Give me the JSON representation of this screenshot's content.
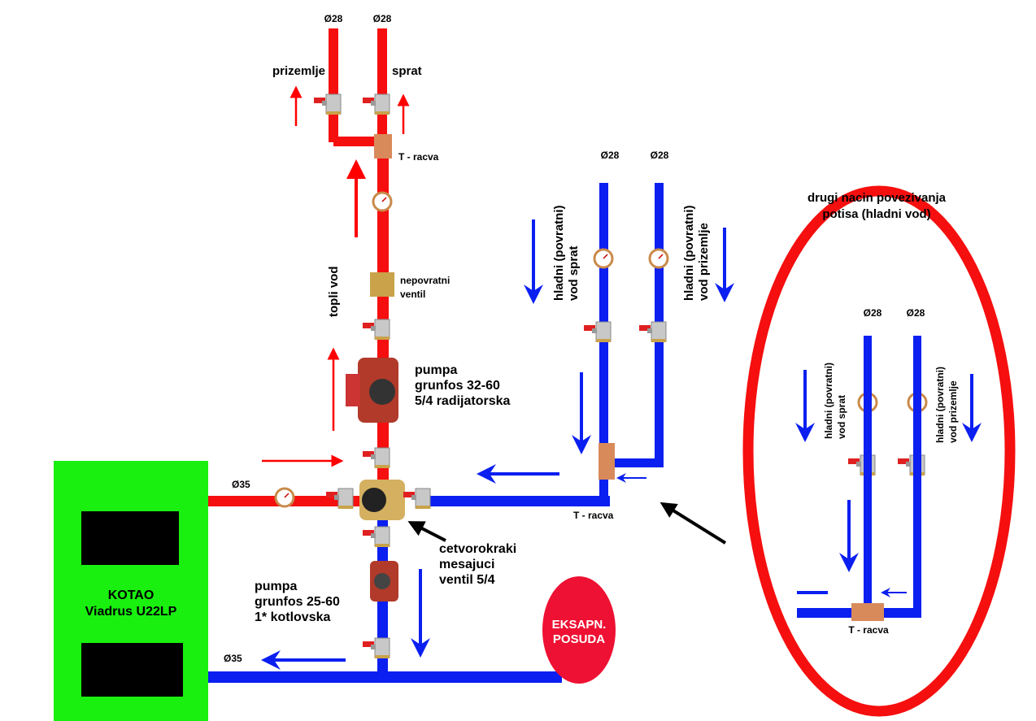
{
  "boiler": {
    "title": "KOTAO",
    "model": "Viadrus U22LP",
    "color": "#19f00f"
  },
  "expansion_vessel": {
    "line1": "EKSAPN.",
    "line2": "POSUDA"
  },
  "pipe_sizes": {
    "d28": "Ø28",
    "d35": "Ø35"
  },
  "labels": {
    "prizemlje": "prizemlje",
    "sprat": "sprat",
    "t_racva": "T - racva",
    "topli_vod": "topli vod",
    "nepovratni": [
      "nepovratni",
      "ventil"
    ],
    "pump_radiator": [
      "pumpa",
      "grunfos 32-60",
      "5/4 radijatorska"
    ],
    "pump_boiler": [
      "pumpa",
      "grunfos 25-60",
      "1* kotlovska"
    ],
    "mixing_valve": [
      "cetvorokraki",
      "mesajuci",
      "ventil 5/4"
    ],
    "return_sprat": [
      "hladni (povratni)",
      "vod sprat"
    ],
    "return_prizemlje": [
      "hladni (povratni)",
      "vod prizemlje"
    ],
    "alt_title": [
      "drugi nacin povezivanja",
      "potisa (hladni vod)"
    ]
  },
  "colors": {
    "hot": "#f50f0f",
    "cold": "#0a1ff0",
    "boiler": "#19f00f"
  }
}
